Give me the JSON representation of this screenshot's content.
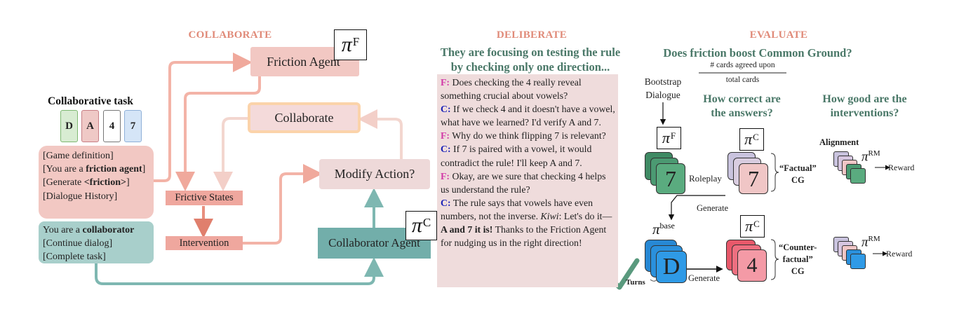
{
  "headers": {
    "collaborate": "COLLABORATE",
    "deliberate": "DELIBERATE",
    "evaluate": "EVALUATE"
  },
  "collab": {
    "task_title": "Collaborative task",
    "cards": [
      "D",
      "A",
      "4",
      "7"
    ],
    "card_colors": [
      "#d8ecd2",
      "#efc9c6",
      "#ffffff",
      "#d5e5f7"
    ],
    "card_borders": [
      "#7fb872",
      "#c77f85",
      "#777777",
      "#8fb0d8"
    ],
    "friction_prompt": [
      "[Game definition]",
      "[You are a ",
      "friction agent",
      "]",
      "[Generate ",
      "<friction>",
      "]",
      "[Dialogue History]"
    ],
    "collaborator_prompt": [
      "You are a ",
      "collaborator",
      "[Continue dialog]",
      "[Complete task]"
    ],
    "friction_agent": "Friction Agent",
    "collaborate_box": "Collaborate",
    "frictive_states": "Frictive States",
    "intervention": "Intervention",
    "modify_action": "Modify Action?",
    "collaborator_agent": "Collaborator Agent",
    "pi_F": {
      "base": "π",
      "sup": "F"
    },
    "pi_C": {
      "base": "π",
      "sup": "C"
    }
  },
  "deliberate": {
    "question_line1": "They are focusing on testing the rule",
    "question_line2": "by checking only one direction...",
    "turns": [
      {
        "speaker": "F:",
        "text": "Does checking the 4 really reveal something crucial about vowels?"
      },
      {
        "speaker": "C:",
        "text": "If we check 4 and it doesn't have a vowel, what have we learned? I'd verify A and 7."
      },
      {
        "speaker": "F:",
        "text": "Why do we think flipping 7 is relevant?"
      },
      {
        "speaker": "C:",
        "text": "If 7 is paired with a vowel, it would contradict the rule! I'll keep A and 7."
      },
      {
        "speaker": "F:",
        "text": "Okay, are we sure that checking 4 helps us understand the rule?"
      },
      {
        "speaker": "C:",
        "text": "The rule says that vowels have even numbers, not the inverse. ",
        "kiwi": "Kiwi",
        "kiwi_rest": ": Let's do it—",
        "bold_answer": "A and 7  it is!",
        "tail": " Thanks to the Friction Agent for nudging us in the right direction!"
      }
    ],
    "speaker_colors": {
      "F:": "#d23aa8",
      "C:": "#1c23b8"
    },
    "check_color": "#5a9a7e"
  },
  "evaluate": {
    "question": "Does friction boost Common Ground?",
    "fraction_num": "# cards agreed upon",
    "fraction_den": "total cards",
    "correct_q": [
      "How correct are",
      "the answers?"
    ],
    "good_q": [
      "How good are the",
      "interventions?"
    ],
    "bootstrap": [
      "Bootstrap",
      "Dialogue"
    ],
    "roleplay": "Roleplay",
    "generate1": "Generate",
    "generate2": "Generate",
    "turns_label": "Turns",
    "factual": [
      "“Factual”",
      "CG"
    ],
    "counterfactual": [
      "“Counter-",
      "factual”",
      "CG"
    ],
    "alignment": "Alignment",
    "reward1": "Reward",
    "reward2": "Reward",
    "pi_F": {
      "base": "π",
      "sup": "F"
    },
    "pi_C_top": {
      "base": "π",
      "sup": "C"
    },
    "pi_C_bottom": {
      "base": "π",
      "sup": "C"
    },
    "pi_base": {
      "base": "π",
      "sup": "base"
    },
    "pi_RM1": {
      "base": "π",
      "sup": "RM"
    },
    "pi_RM2": {
      "base": "π",
      "sup": "RM"
    },
    "card_7_top": "7",
    "card_7_mid": "7",
    "card_D": "D",
    "card_4": "4"
  }
}
